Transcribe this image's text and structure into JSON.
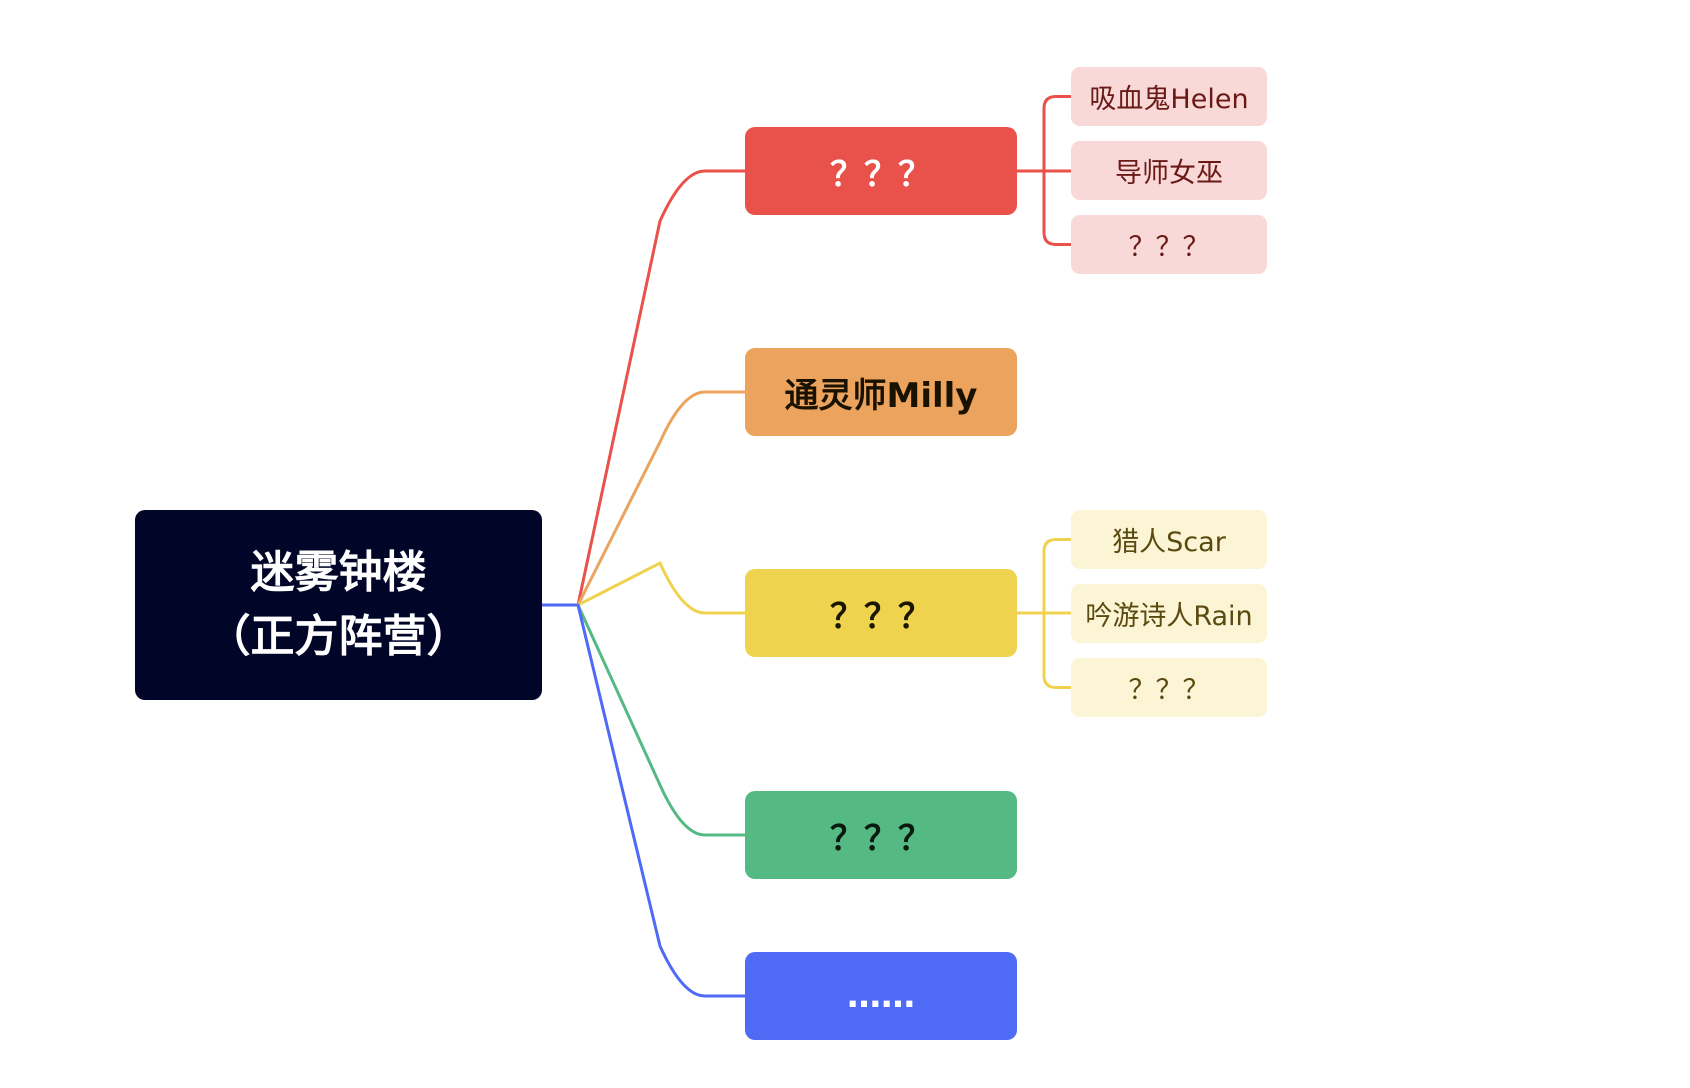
{
  "root": {
    "line1": "迷雾钟楼",
    "line2": "（正方阵营）",
    "color": "#010527"
  },
  "branches": [
    {
      "label": "？？？",
      "color": "#e8524a",
      "text_color": "#ffffff",
      "children": [
        {
          "label": "吸血鬼Helen"
        },
        {
          "label": "导师女巫"
        },
        {
          "label": "？？？"
        }
      ],
      "child_color": "#f8d9d8",
      "child_text_color": "#6a1a16"
    },
    {
      "label": "通灵师Milly",
      "color": "#eba35e",
      "text_color": "#1a1200",
      "children": []
    },
    {
      "label": "？？？",
      "color": "#efd34e",
      "text_color": "#1a1600",
      "children": [
        {
          "label": "猎人Scar"
        },
        {
          "label": "吟游诗人Rain"
        },
        {
          "label": "？？？"
        }
      ],
      "child_color": "#fcf5d5",
      "child_text_color": "#5a4a10"
    },
    {
      "label": "？？？",
      "color": "#55b983",
      "text_color": "#0a1a10",
      "children": []
    },
    {
      "label": "……",
      "color": "#4f6bf6",
      "text_color": "#ffffff",
      "children": []
    }
  ]
}
